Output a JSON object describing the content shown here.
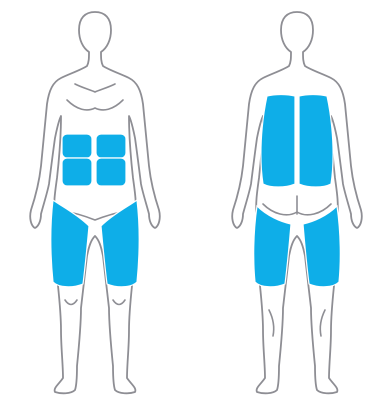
{
  "figures": [
    {
      "view": "front",
      "zones": [
        "abdomen-upper-left",
        "abdomen-upper-right",
        "abdomen-lower-left",
        "abdomen-lower-right",
        "thigh-left",
        "thigh-right"
      ]
    },
    {
      "view": "back",
      "zones": [
        "back-left",
        "back-right",
        "back-thigh-left",
        "back-thigh-right"
      ]
    }
  ],
  "colors": {
    "highlight": "#0eaee8",
    "outline": "#8e8e94",
    "background": "#ffffff"
  },
  "icons": [
    "body-front-figure",
    "body-back-figure"
  ]
}
